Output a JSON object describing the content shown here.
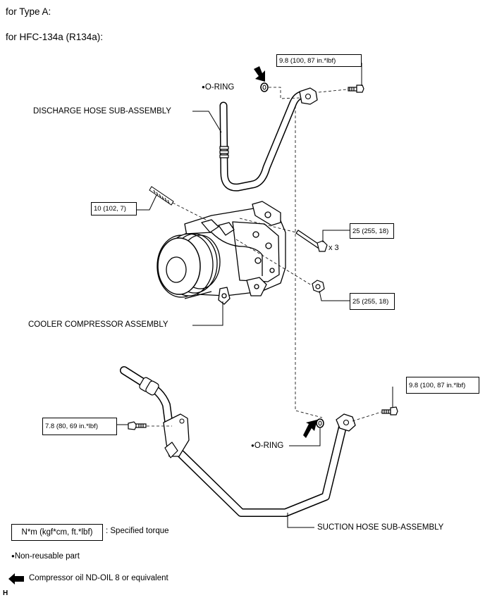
{
  "header": {
    "type_line": "for Type A:",
    "refrigerant_line": "for HFC-134a (R134a):"
  },
  "parts": {
    "o_ring_top": "O-RING",
    "discharge_hose": "DISCHARGE HOSE SUB-ASSEMBLY",
    "cooler_compressor": "COOLER COMPRESSOR ASSEMBLY",
    "o_ring_bottom": "O-RING",
    "suction_hose": "SUCTION HOSE SUB-ASSEMBLY"
  },
  "symbols": {
    "non_reusable_mark": "●",
    "multiplier": "x 3"
  },
  "torques": {
    "discharge_bolt": "9.8 (100, 87 in.*lbf)",
    "stud": "10 (102, 7)",
    "compressor_bolts": "25 (255, 18)",
    "compressor_nut": "25 (255, 18)",
    "suction_bolt": "9.8 (100, 87 in.*lbf)",
    "suction_bracket_bolt": "7.8 (80, 69 in.*lbf)"
  },
  "legend": {
    "torque_unit_box": "N*m (kgf*cm, ft.*lbf)",
    "torque_desc": ": Specified torque",
    "non_reusable": "Non-reusable part",
    "oil": "Compressor oil ND-OIL 8 or equivalent"
  },
  "footer": {
    "code": "H"
  }
}
